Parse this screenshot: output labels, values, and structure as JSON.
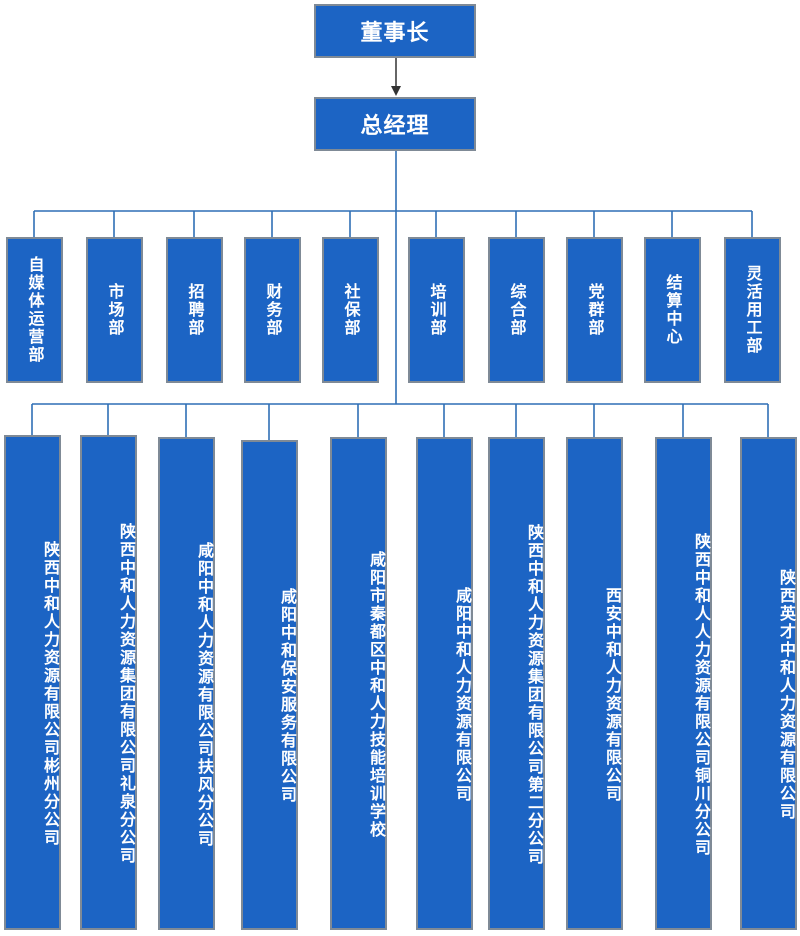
{
  "colors": {
    "box_fill": "#1c64c4",
    "box_border": "#7f8a96",
    "line": "#2f6fb5",
    "arrow": "#333333"
  },
  "chairman": "董事长",
  "general_manager": "总经理",
  "departments": [
    "自媒体运营部",
    "市场部",
    "招聘部",
    "财务部",
    "社保部",
    "培训部",
    "综合部",
    "党群部",
    "结算中心",
    "灵活用工部"
  ],
  "subsidiaries": [
    "陕西中和人力资源有限公司彬州分公司",
    "陕西中和人力资源集团有限公司礼泉分公司",
    "咸阳中和人力资源有限公司扶风分公司",
    "咸阳中和保安服务有限公司",
    "咸阳市秦都区中和人力技能培训学校",
    "咸阳中和人力资源有限公司",
    "陕西中和人力资源集团有限公司第二分公司",
    "西安中和人力资源有限公司",
    "陕西中和人人力资源有限公司铜川分公司",
    "陕西英才中和人力资源有限公司"
  ]
}
